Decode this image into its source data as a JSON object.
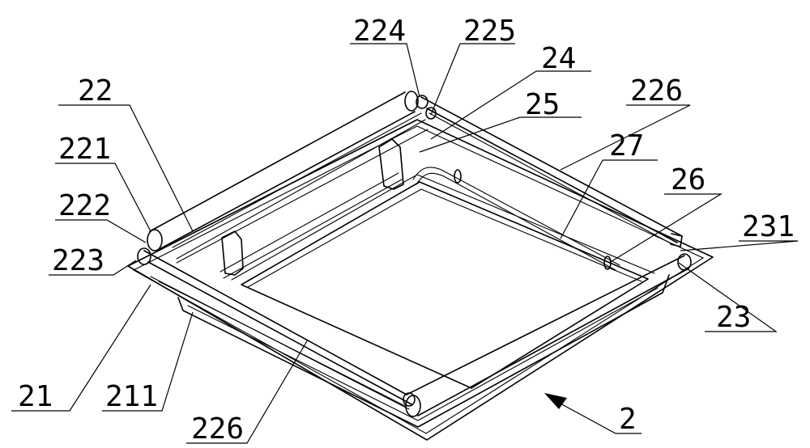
{
  "labels": {
    "l224": "224",
    "l225": "225",
    "l24": "24",
    "l22": "22",
    "l25": "25",
    "l226_top": "226",
    "l221": "221",
    "l27": "27",
    "l26": "26",
    "l222": "222",
    "l231": "231",
    "l223": "223",
    "l23": "23",
    "l21": "21",
    "l211": "211",
    "l226_bottom": "226",
    "l2": "2"
  }
}
